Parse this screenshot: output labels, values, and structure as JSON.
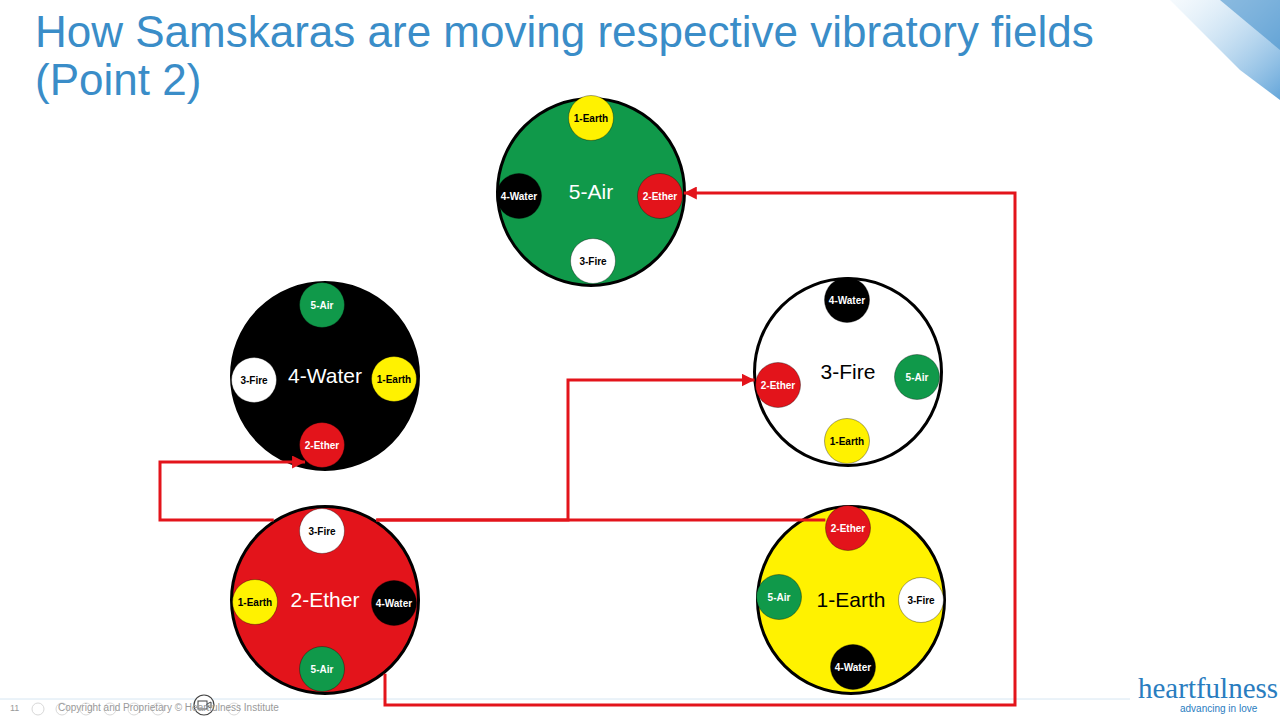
{
  "diagram": {
    "title": "How Samskaras are moving respective vibratory fields  (Point 2)",
    "nodes": [
      {
        "text": [
          "5-Air"
        ]
      },
      {
        "text": [
          "1-Earth"
        ],
        "in": 0
      },
      {
        "text": [
          "2-Ether"
        ],
        "in": 0
      },
      {
        "text": [
          "3-Fire"
        ],
        "in": 0
      },
      {
        "text": [
          "4-Water"
        ],
        "in": 0
      },
      {
        "text": [
          "4-Water"
        ]
      },
      {
        "text": [
          "5-Air"
        ],
        "in": 5
      },
      {
        "text": [
          "3-Fire"
        ],
        "in": 5
      },
      {
        "text": [
          "1-Earth"
        ],
        "in": 5
      },
      {
        "text": [
          "2-Ether"
        ],
        "in": 5
      },
      {
        "text": [
          "3-Fire"
        ]
      },
      {
        "text": [
          "4-Water"
        ],
        "in": 10
      },
      {
        "text": [
          "2-Ether"
        ],
        "in": 10
      },
      {
        "text": [
          "5-Air"
        ],
        "in": 10
      },
      {
        "text": [
          "1-Earth"
        ],
        "in": 10
      },
      {
        "text": [
          "2-Ether"
        ]
      },
      {
        "text": [
          "3-Fire"
        ],
        "in": 15
      },
      {
        "text": [
          "1-Earth"
        ],
        "in": 15
      },
      {
        "text": [
          "4-Water"
        ],
        "in": 15
      },
      {
        "text": [
          "5-Air"
        ],
        "in": 15
      },
      {
        "text": [
          "1-Earth"
        ]
      },
      {
        "text": [
          "2-Ether"
        ],
        "in": 20
      },
      {
        "text": [
          "5-Air"
        ],
        "in": 20
      },
      {
        "text": [
          "3-Fire"
        ],
        "in": 20
      },
      {
        "text": [
          "4-Water"
        ],
        "in": 20
      }
    ],
    "edges": [
      {
        "from": 15,
        "to": 9,
        "arrow": "to"
      },
      {
        "from": 15,
        "to": 12,
        "arrow": "to"
      },
      {
        "from": 15,
        "to": 2,
        "arrow": "to"
      },
      {
        "from": 15,
        "to": 21,
        "arrow": "none"
      }
    ],
    "labels": [
      "11",
      "Copyright and Proprietary © Heartfulness Institute",
      "heartfulness",
      "advancing in love"
    ]
  }
}
